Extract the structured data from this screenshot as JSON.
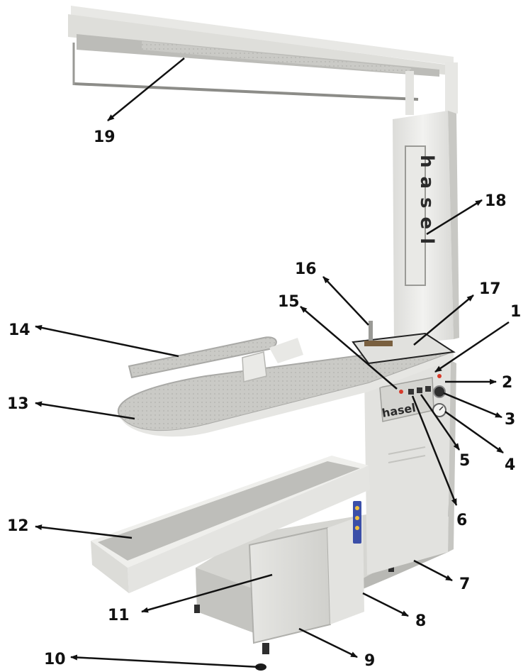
{
  "diagram": {
    "brand_column": "hasel",
    "brand_panel": "hasel",
    "callouts": [
      "1",
      "2",
      "3",
      "4",
      "5",
      "6",
      "7",
      "8",
      "9",
      "10",
      "11",
      "12",
      "13",
      "14",
      "15",
      "16",
      "17",
      "18",
      "19"
    ]
  },
  "colors": {
    "frame": "#ededeb",
    "frame_shadow": "#cfcfcc",
    "board": "#c9c9c6",
    "board_edge": "#a9a9a6",
    "arrow": "#111111",
    "led_red": "#d63a2a",
    "led_green": "#3aa64b",
    "button_blue": "#3b4fa8"
  }
}
